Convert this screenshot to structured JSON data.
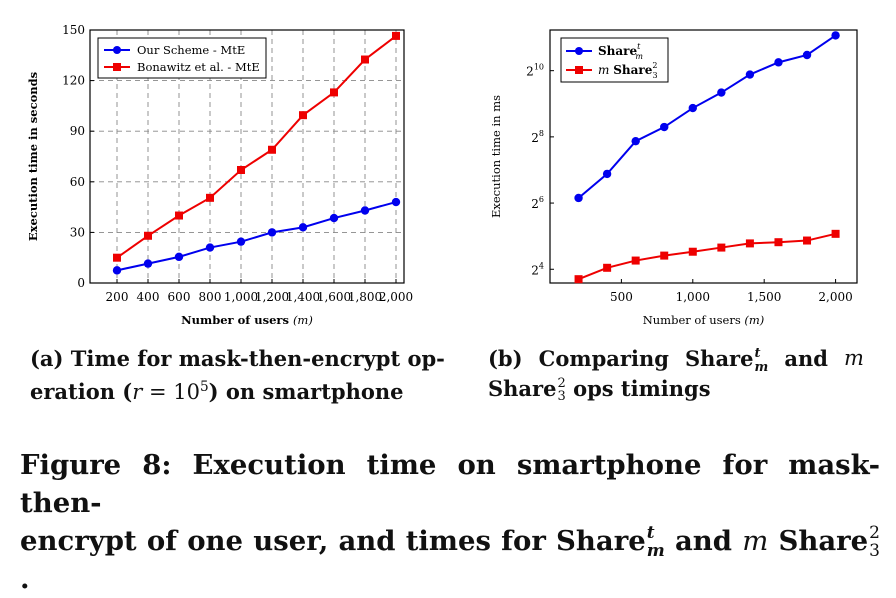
{
  "chart_data": [
    {
      "type": "line",
      "x": [
        200,
        400,
        600,
        800,
        1000,
        1200,
        1400,
        1600,
        1800,
        2000
      ],
      "xtick_labels": [
        "200",
        "400",
        "600",
        "800",
        "1,000",
        "1,200",
        "1,400",
        "1,600",
        "1,800",
        "2,000"
      ],
      "xlabel": "Number of users",
      "xlabel_var": "(m)",
      "ylabel": "Execution time in seconds",
      "ylim": [
        0,
        150
      ],
      "yticks": [
        0,
        30,
        60,
        90,
        120,
        150
      ],
      "grid": true,
      "legend_placement": "top-left",
      "series": [
        {
          "name": "Our Scheme - MtE",
          "color": "#0000ee",
          "marker": "circle",
          "values": [
            7.5,
            11.5,
            15.5,
            21,
            24.5,
            30,
            33,
            38.5,
            43,
            48
          ]
        },
        {
          "name": "Bonawitz et al. - MtE",
          "color": "#ee0000",
          "marker": "square",
          "values": [
            15,
            28,
            40,
            50.5,
            67,
            79,
            99.5,
            113,
            132.5,
            146.5
          ]
        }
      ]
    },
    {
      "type": "line",
      "x": [
        200,
        400,
        600,
        800,
        1000,
        1200,
        1400,
        1600,
        1800,
        2000
      ],
      "xticks": [
        500,
        1000,
        1500,
        2000
      ],
      "xtick_labels": [
        "500",
        "1,000",
        "1,500",
        "2,000"
      ],
      "xlim": [
        0,
        2150
      ],
      "xlabel": "Number of users",
      "xlabel_var": "(m)",
      "ylabel": "Execution time in ms",
      "yscale": "log2",
      "ylim": [
        12,
        2400
      ],
      "yticks": [
        16,
        64,
        256,
        1024
      ],
      "ytick_labels": [
        {
          "base": "2",
          "exp": "4"
        },
        {
          "base": "2",
          "exp": "6"
        },
        {
          "base": "2",
          "exp": "8"
        },
        {
          "base": "2",
          "exp": "10"
        }
      ],
      "grid": false,
      "legend_placement": "top-left",
      "series": [
        {
          "legend": {
            "pre": "",
            "main": "Share",
            "sup": "t",
            "sub": "m"
          },
          "color": "#0000ee",
          "marker": "circle",
          "values": [
            71.2,
            117.9,
            233.9,
            314.6,
            468.1,
            647.5,
            944.0,
            1218.7,
            1421.5,
            2143.9
          ]
        },
        {
          "legend": {
            "pre": "m",
            "main": "Share",
            "sup": "2",
            "sub": "3"
          },
          "color": "#ee0000",
          "marker": "square",
          "values": [
            13.0,
            16.5,
            19.2,
            21.3,
            23.1,
            25.2,
            27.5,
            28.2,
            29.2,
            33.6
          ]
        }
      ]
    }
  ],
  "captions": {
    "a": {
      "label": "(a) Time for mask-then-encrypt op-",
      "line2_pre": "eration (",
      "var": "r",
      "eq": " = 10",
      "exp": "5",
      "line2_post": ") on smartphone"
    },
    "b": {
      "label": "(b)",
      "t1": "Comparing",
      "share": "Share",
      "sup": "t",
      "sub": "m",
      "and": "and",
      "var": "m",
      "share2": "Share",
      "sup2": "2",
      "sub2": "3",
      "post": "ops timings"
    },
    "figure": {
      "line1": "Figure 8: Execution time on smartphone for mask-then-",
      "line2_pre": "encrypt of one user, and times for ",
      "share": "Share",
      "sup": "t",
      "sub": "m",
      "and": " and ",
      "var": "m",
      "share2": "Share",
      "sup2": "2",
      "sub2": "3",
      "end": "."
    }
  }
}
